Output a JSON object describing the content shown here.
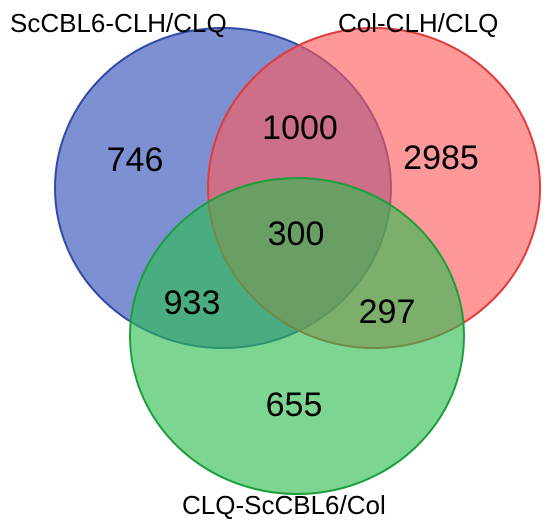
{
  "diagram": {
    "type": "venn3",
    "sets": [
      {
        "id": "A",
        "name": "ScCBL6-CLH/CLQ",
        "fill": "#4a65c0",
        "stroke": "#2f4aa8"
      },
      {
        "id": "B",
        "name": "Col-CLH/CLQ",
        "fill": "#ff5a5a",
        "stroke": "#e03a3a"
      },
      {
        "id": "C",
        "name": "CLQ-ScCBL6/Col",
        "fill": "#2cbd4f",
        "stroke": "#1a9e3a"
      }
    ],
    "regions": {
      "A_only": "746",
      "B_only": "2985",
      "C_only": "655",
      "AB": "1000",
      "AC": "933",
      "BC": "297",
      "ABC": "300"
    }
  }
}
